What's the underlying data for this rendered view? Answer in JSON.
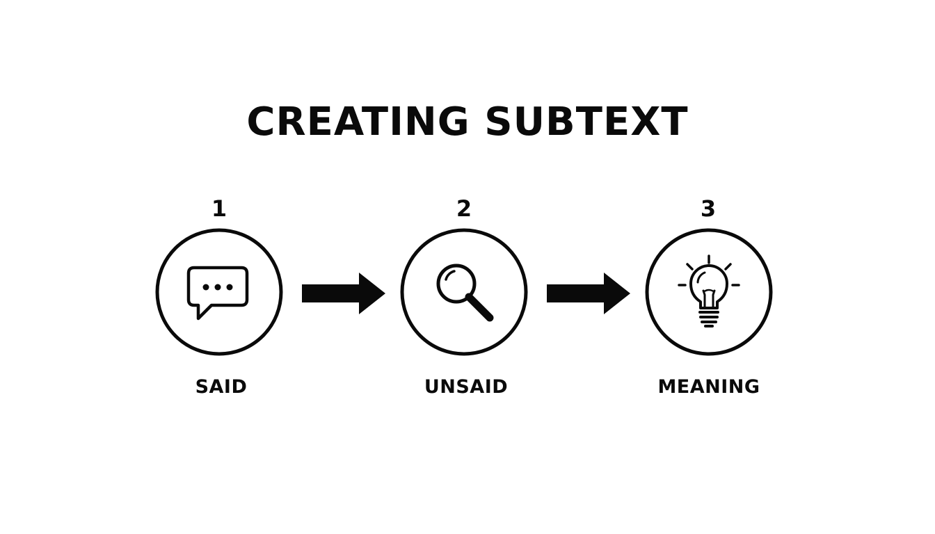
{
  "title": "CREATING SUBTEXT",
  "colors": {
    "ink": "#0a0a0a",
    "background": "#ffffff"
  },
  "steps": [
    {
      "number": "1",
      "label": "SAID",
      "icon": "speech-bubble-icon"
    },
    {
      "number": "2",
      "label": "UNSAID",
      "icon": "magnifying-glass-icon"
    },
    {
      "number": "3",
      "label": "MEANING",
      "icon": "lightbulb-icon"
    }
  ],
  "connectors": [
    {
      "from": "1",
      "to": "2",
      "icon": "arrow-right-icon"
    },
    {
      "from": "2",
      "to": "3",
      "icon": "arrow-right-icon"
    }
  ]
}
